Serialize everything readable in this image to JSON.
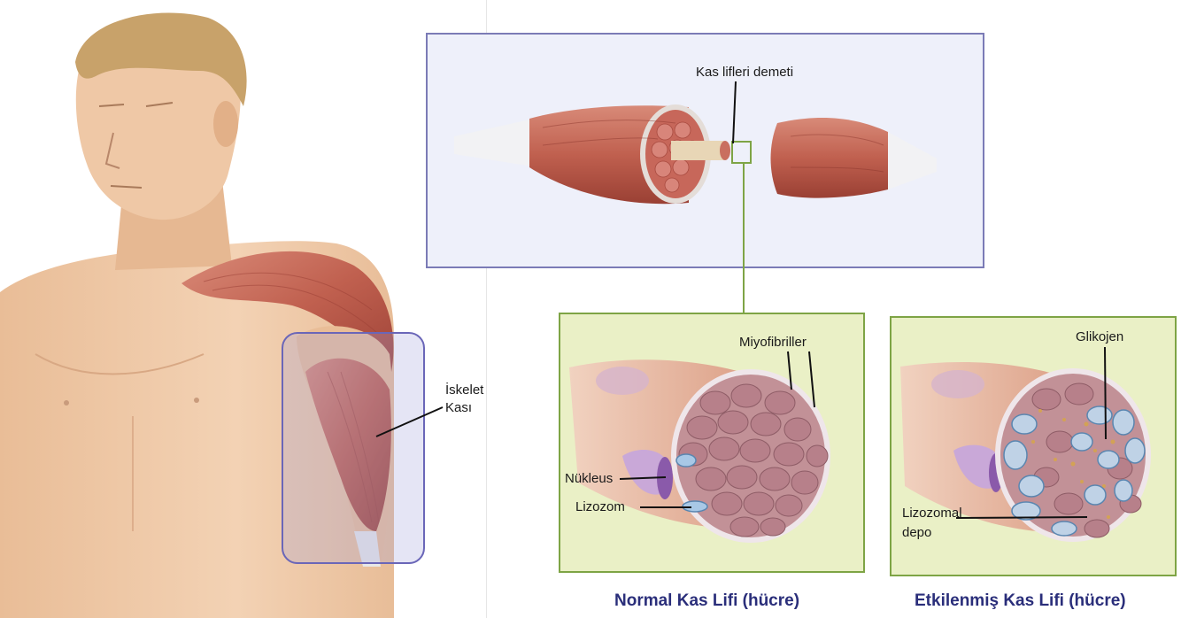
{
  "labels": {
    "skeletal_muscle_line1": "İskelet",
    "skeletal_muscle_line2": "Kası",
    "fiber_bundle": "Kas lifleri demeti",
    "myofibrils": "Miyofibriller",
    "nucleus": "Nükleus",
    "lysosome": "Lizozom",
    "glycogen": "Glikojen",
    "lysosomal_storage_line1": "Lizozomal",
    "lysosomal_storage_line2": "depo"
  },
  "captions": {
    "normal": "Normal Kas Lifi (hücre)",
    "affected": "Etkilenmiş Kas Lifi (hücre)"
  },
  "colors": {
    "skin": "#f0c9a8",
    "muscle": "#c0604f",
    "blue_frame": "#6a66b8",
    "green_frame": "#7ea445",
    "caption_text": "#2a2e7a"
  }
}
